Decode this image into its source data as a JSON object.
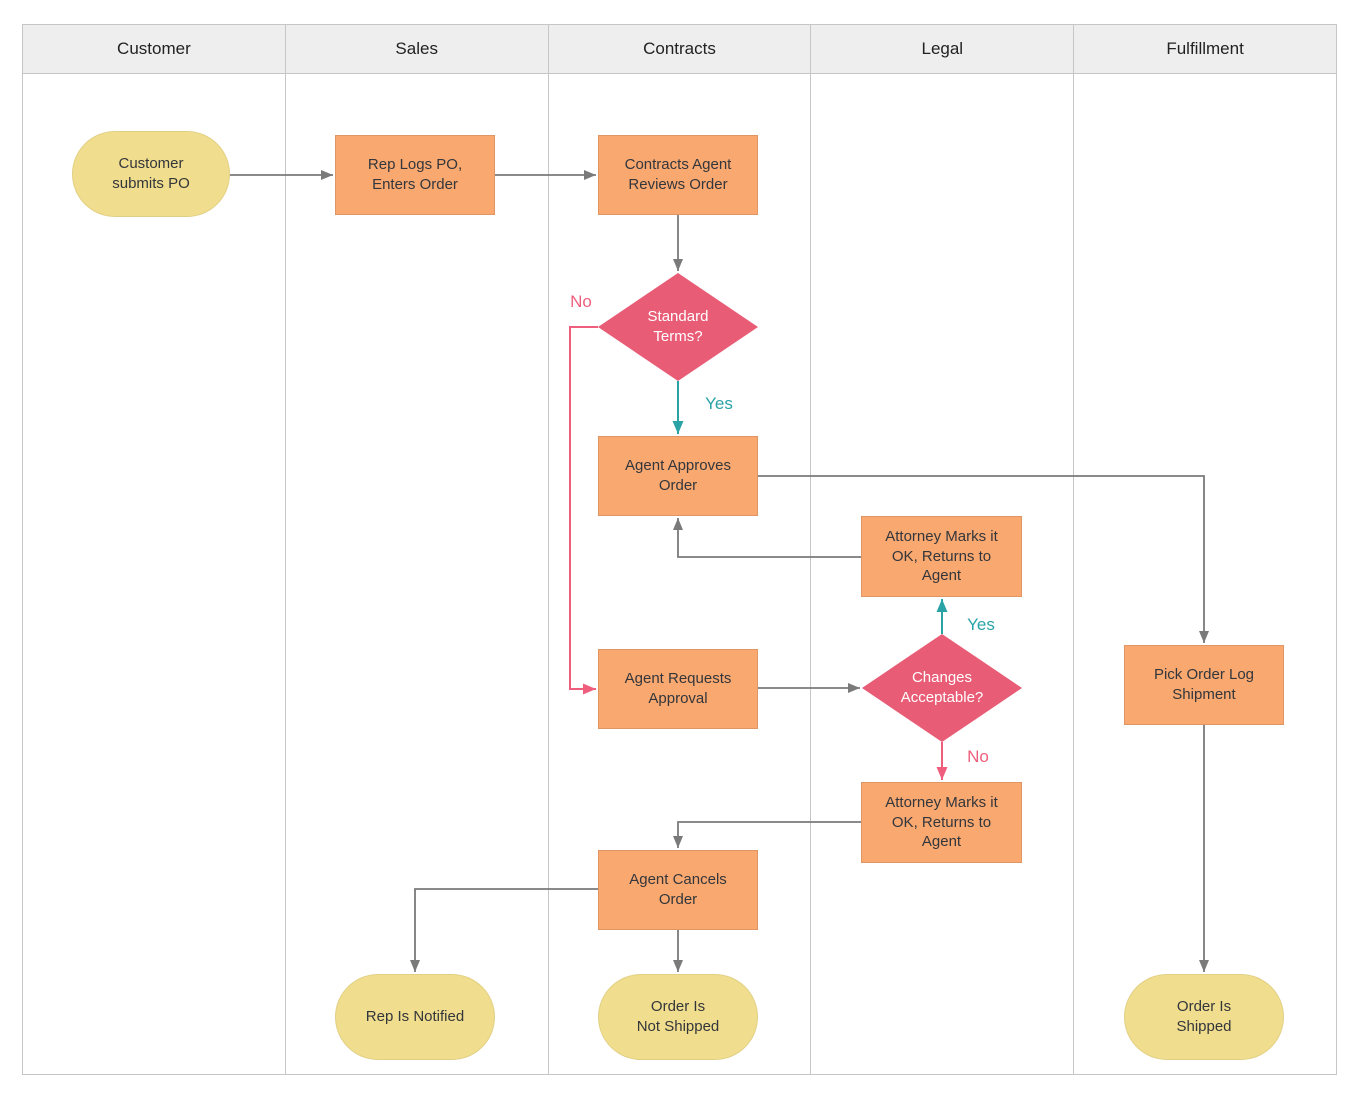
{
  "diagram": {
    "lanes": [
      {
        "label": "Customer"
      },
      {
        "label": "Sales"
      },
      {
        "label": "Contracts"
      },
      {
        "label": "Legal"
      },
      {
        "label": "Fulfillment"
      }
    ],
    "nodes": {
      "start": {
        "label": "Customer\nsubmits PO",
        "type": "terminator",
        "lane": "Customer"
      },
      "rep_logs": {
        "label": "Rep Logs PO,\nEnters Order",
        "type": "process",
        "lane": "Sales"
      },
      "reviews": {
        "label": "Contracts Agent\nReviews Order",
        "type": "process",
        "lane": "Contracts"
      },
      "std_terms": {
        "label": "Standard\nTerms?",
        "type": "decision",
        "lane": "Contracts"
      },
      "approves": {
        "label": "Agent Approves\nOrder",
        "type": "process",
        "lane": "Contracts"
      },
      "attorney_ok_top": {
        "label": "Attorney Marks it\nOK, Returns to\nAgent",
        "type": "process",
        "lane": "Legal"
      },
      "requests": {
        "label": "Agent Requests\nApproval",
        "type": "process",
        "lane": "Contracts"
      },
      "changes": {
        "label": "Changes\nAcceptable?",
        "type": "decision",
        "lane": "Legal"
      },
      "attorney_ok_bottom": {
        "label": "Attorney Marks it\nOK, Returns to\nAgent",
        "type": "process",
        "lane": "Legal"
      },
      "cancels": {
        "label": "Agent Cancels\nOrder",
        "type": "process",
        "lane": "Contracts"
      },
      "pick": {
        "label": "Pick Order Log\nShipment",
        "type": "process",
        "lane": "Fulfillment"
      },
      "rep_notified": {
        "label": "Rep Is Notified",
        "type": "terminator",
        "lane": "Sales"
      },
      "not_shipped": {
        "label": "Order Is\nNot Shipped",
        "type": "terminator",
        "lane": "Contracts"
      },
      "shipped": {
        "label": "Order Is\nShipped",
        "type": "terminator",
        "lane": "Fulfillment"
      }
    },
    "edge_labels": {
      "std_terms_no": "No",
      "std_terms_yes": "Yes",
      "changes_yes": "Yes",
      "changes_no": "No"
    },
    "colors": {
      "process_fill": "#f9a870",
      "terminator_fill": "#f0dd8d",
      "decision_fill": "#e85c76",
      "decision_text": "#ffffff",
      "connector": "#7a7a7a",
      "yes_branch": "#2aa3a6",
      "no_branch": "#ef5f7d",
      "lane_border": "#c6c6c6",
      "header_bg": "#eeeeee",
      "node_text": "#33363b"
    }
  }
}
